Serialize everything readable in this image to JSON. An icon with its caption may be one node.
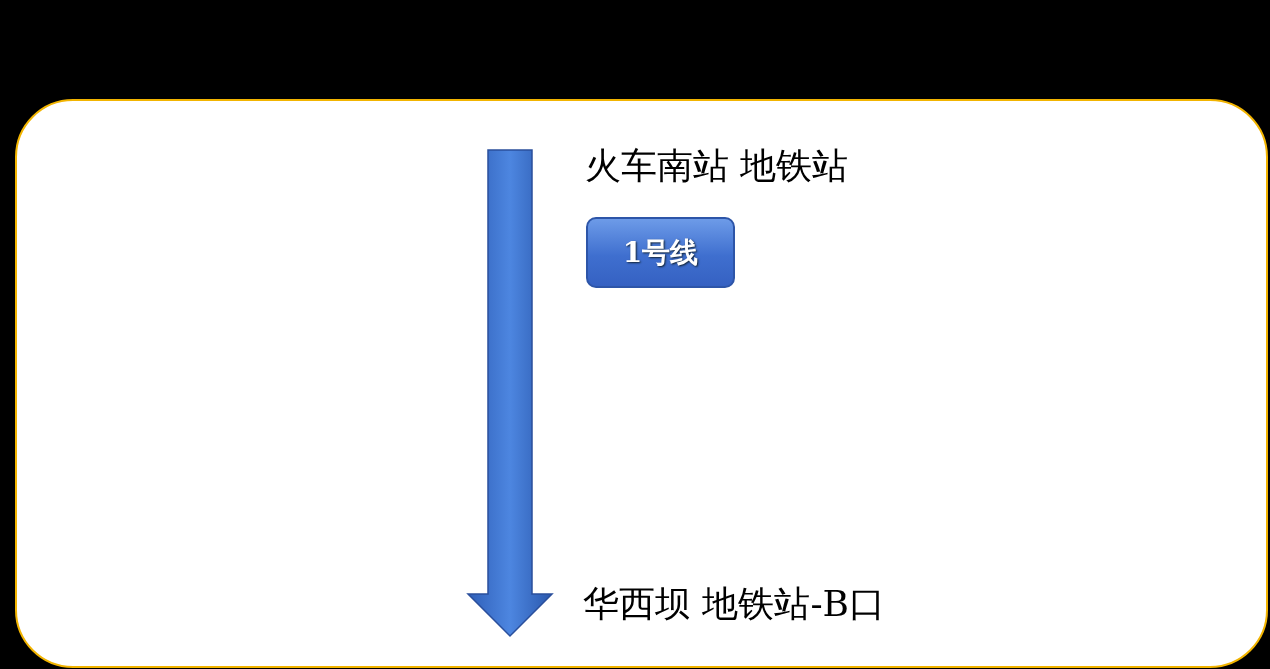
{
  "diagram": {
    "nodes": [
      {
        "text": [
          "火车南站 地铁站"
        ]
      },
      {
        "text": [
          "1号线"
        ]
      },
      {
        "text": [
          "华西坝 地铁站-B口"
        ]
      }
    ],
    "edges": [
      {
        "from": 0,
        "to": 2,
        "arrow": "to"
      }
    ]
  }
}
